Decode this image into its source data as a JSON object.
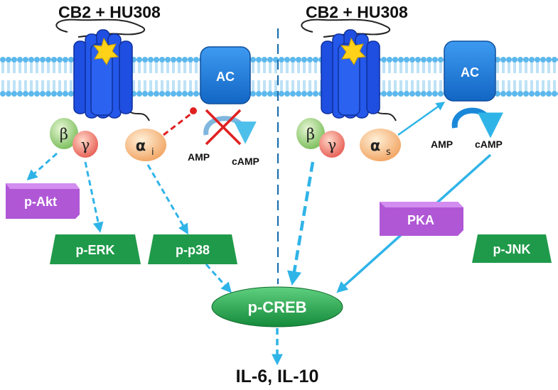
{
  "left_panel": {
    "title": "CB2 + HU308",
    "ac_label": "AC",
    "amp_label": "AMP",
    "camp_label": "cAMP",
    "beta": "β",
    "gamma": "γ",
    "alpha": "α",
    "alpha_sub": "i",
    "boxes": {
      "akt": "p-Akt",
      "erk": "p-ERK",
      "p38": "p-p38"
    }
  },
  "right_panel": {
    "title": "CB2 + HU308",
    "ac_label": "AC",
    "amp_label": "AMP",
    "camp_label": "cAMP",
    "beta": "β",
    "gamma": "γ",
    "alpha": "α",
    "alpha_sub": "s",
    "boxes": {
      "pka": "PKA",
      "jnk": "p-JNK"
    }
  },
  "center": {
    "creb": "p-CREB",
    "output": "IL-6, IL-10"
  },
  "colors": {
    "receptor": "#1f4fe0",
    "ac": "#1a78d8",
    "membrane": "#74c2ee",
    "arrow": "#2fb4e8",
    "green_box": "#1f9a4a",
    "purple_box": "#b057d6",
    "inhibit": "#e02020"
  }
}
